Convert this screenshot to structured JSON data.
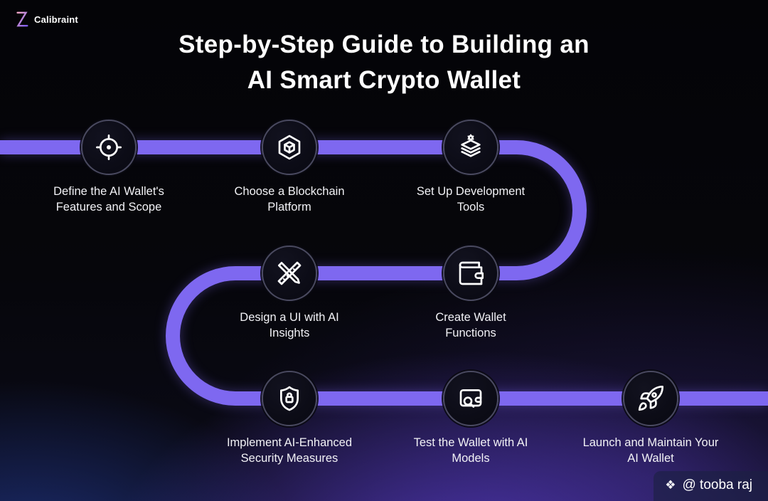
{
  "brand": {
    "name": "Calibraint",
    "logo_icon": "calibraint-z-icon"
  },
  "title": {
    "line1": "Step-by-Step Guide to Building an",
    "line2": "AI Smart Crypto Wallet"
  },
  "steps": [
    {
      "label": "Define the AI Wallet's Features and Scope",
      "icon": "target-icon"
    },
    {
      "label": "Choose a Blockchain Platform",
      "icon": "blockchain-cube-icon"
    },
    {
      "label": "Set Up Development Tools",
      "icon": "dev-tools-layers-gear-icon"
    },
    {
      "label": "Design a UI with AI Insights",
      "icon": "design-ruler-pencil-icon"
    },
    {
      "label": "Create Wallet Functions",
      "icon": "wallet-icon"
    },
    {
      "label": "Implement AI-Enhanced Security Measures",
      "icon": "shield-lock-icon"
    },
    {
      "label": "Test the Wallet with AI Models",
      "icon": "wallet-magnifier-icon"
    },
    {
      "label": "Launch and Maintain Your AI Wallet",
      "icon": "rocket-icon"
    }
  ],
  "watermark": {
    "handle": "@ tooba raj",
    "icon": "diamond-cluster-icon"
  },
  "colors": {
    "path": "#7E68F0",
    "node_fill": "#0B0B15",
    "node_ring": "#4A4A60",
    "text": "#FFFFFF",
    "glow_purple": "#714CFF",
    "glow_blue": "#2F54D7",
    "background": "#050507"
  }
}
